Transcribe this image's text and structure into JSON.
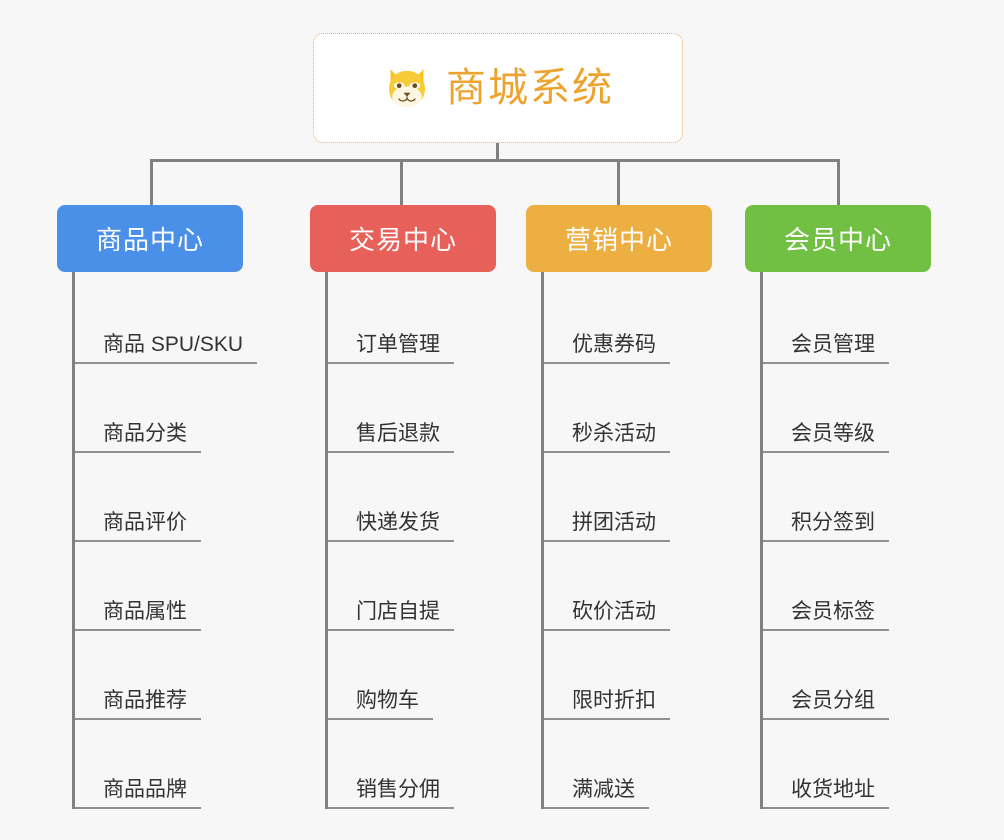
{
  "root": {
    "icon": "dog-face-emoji",
    "title": "商城系统",
    "border_color": "#e8ae5a",
    "text_color": "#eca42e"
  },
  "connector_color": "#808080",
  "background": "#f7f7f7",
  "columns": [
    {
      "id": "product-center",
      "label": "商品中心",
      "color": "#4a90e8",
      "items": [
        "商品 SPU/SKU",
        "商品分类",
        "商品评价",
        "商品属性",
        "商品推荐",
        "商品品牌"
      ]
    },
    {
      "id": "trade-center",
      "label": "交易中心",
      "color": "#e8605a",
      "items": [
        "订单管理",
        "售后退款",
        "快递发货",
        "门店自提",
        "购物车",
        "销售分佣"
      ]
    },
    {
      "id": "marketing-center",
      "label": "营销中心",
      "color": "#edaf41",
      "items": [
        "优惠券码",
        "秒杀活动",
        "拼团活动",
        "砍价活动",
        "限时折扣",
        "满减送"
      ]
    },
    {
      "id": "member-center",
      "label": "会员中心",
      "color": "#72c043",
      "items": [
        "会员管理",
        "会员等级",
        "积分签到",
        "会员标签",
        "会员分组",
        "收货地址"
      ]
    }
  ]
}
